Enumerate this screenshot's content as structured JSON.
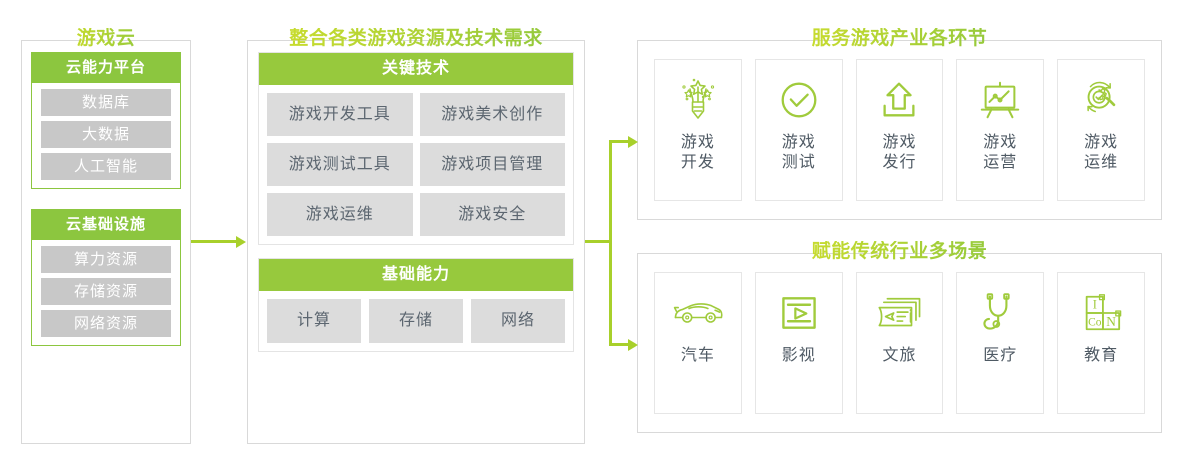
{
  "panels": {
    "cloud": {
      "title": "游戏云",
      "sections": [
        {
          "header": "云能力平台",
          "items": [
            "数据库",
            "大数据",
            "人工智能"
          ]
        },
        {
          "header": "云基础设施",
          "items": [
            "算力资源",
            "存储资源",
            "网络资源"
          ]
        }
      ]
    },
    "integrate": {
      "title": "整合各类游戏资源及技术需求",
      "key_tech": {
        "header": "关键技术",
        "items": [
          "游戏开发工具",
          "游戏美术创作",
          "游戏测试工具",
          "游戏项目管理",
          "游戏运维",
          "游戏安全"
        ]
      },
      "base_ability": {
        "header": "基础能力",
        "items": [
          "计算",
          "存储",
          "网络"
        ]
      }
    },
    "industry": {
      "title": "服务游戏产业各环节",
      "tiles": [
        {
          "icon": "pencil-sparkle-icon",
          "line1": "游戏",
          "line2": "开发"
        },
        {
          "icon": "check-circle-icon",
          "line1": "游戏",
          "line2": "测试"
        },
        {
          "icon": "upload-arrow-icon",
          "line1": "游戏",
          "line2": "发行"
        },
        {
          "icon": "chart-easel-icon",
          "line1": "游戏",
          "line2": "运营"
        },
        {
          "icon": "gear-magnifier-icon",
          "line1": "游戏",
          "line2": "运维"
        }
      ]
    },
    "scenes": {
      "title": "赋能传统行业多场景",
      "tiles": [
        {
          "icon": "car-icon",
          "line1": "汽车",
          "line2": ""
        },
        {
          "icon": "video-play-icon",
          "line1": "影视",
          "line2": ""
        },
        {
          "icon": "ticket-icon",
          "line1": "文旅",
          "line2": ""
        },
        {
          "icon": "stethoscope-icon",
          "line1": "医疗",
          "line2": ""
        },
        {
          "icon": "blocks-icon",
          "line1": "教育",
          "line2": ""
        }
      ]
    }
  },
  "colors": {
    "green_header": "#8CC63F",
    "green_mid_header": "#97C93D",
    "title_gradient_start": "#C9DC2E",
    "title_gradient_end": "#93C93C",
    "gray_pill": "#C8C8C8",
    "gray_cell": "#DCDCDC",
    "cell_text": "#5C6670",
    "panel_border": "#D9D9D9",
    "connector": "#A8D02B"
  },
  "connectors": [
    {
      "name": "cloud-to-integrate",
      "from": "游戏云",
      "to": "整合各类游戏资源及技术需求"
    },
    {
      "name": "integrate-to-industry",
      "from": "整合各类游戏资源及技术需求",
      "to": "服务游戏产业各环节"
    },
    {
      "name": "integrate-to-scenes",
      "from": "整合各类游戏资源及技术需求",
      "to": "赋能传统行业多场景"
    }
  ]
}
